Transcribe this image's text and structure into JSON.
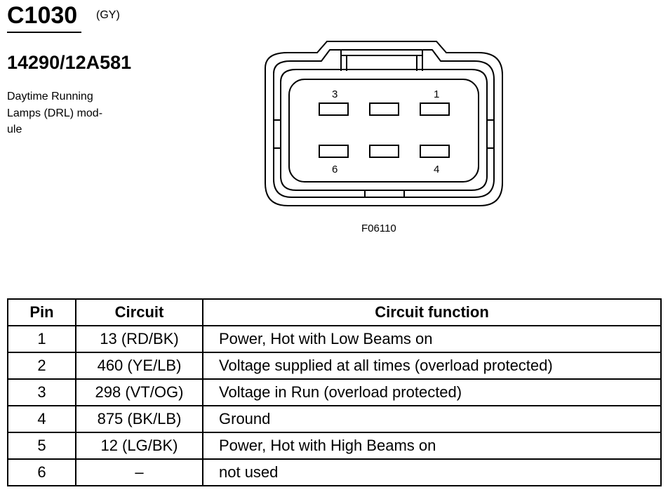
{
  "header": {
    "connector_id": "C1030",
    "connector_color": "(GY)",
    "part_number": "14290/12A581",
    "description_lines": [
      "Daytime Running",
      "Lamps (DRL) mod-",
      "ule"
    ]
  },
  "diagram": {
    "figure_code": "F06110",
    "pin_labels": {
      "top_left": "3",
      "top_right": "1",
      "bottom_left": "6",
      "bottom_right": "4"
    }
  },
  "table": {
    "headers": {
      "pin": "Pin",
      "circuit": "Circuit",
      "function": "Circuit function"
    },
    "rows": [
      {
        "pin": "1",
        "circuit": "13 (RD/BK)",
        "function": "Power, Hot with Low Beams on"
      },
      {
        "pin": "2",
        "circuit": "460 (YE/LB)",
        "function": "Voltage supplied at all times (overload protected)"
      },
      {
        "pin": "3",
        "circuit": "298 (VT/OG)",
        "function": "Voltage in Run (overload protected)"
      },
      {
        "pin": "4",
        "circuit": "875 (BK/LB)",
        "function": "Ground"
      },
      {
        "pin": "5",
        "circuit": "12 (LG/BK)",
        "function": "Power, Hot with High Beams on"
      },
      {
        "pin": "6",
        "circuit": "–",
        "function": "not used"
      }
    ]
  }
}
